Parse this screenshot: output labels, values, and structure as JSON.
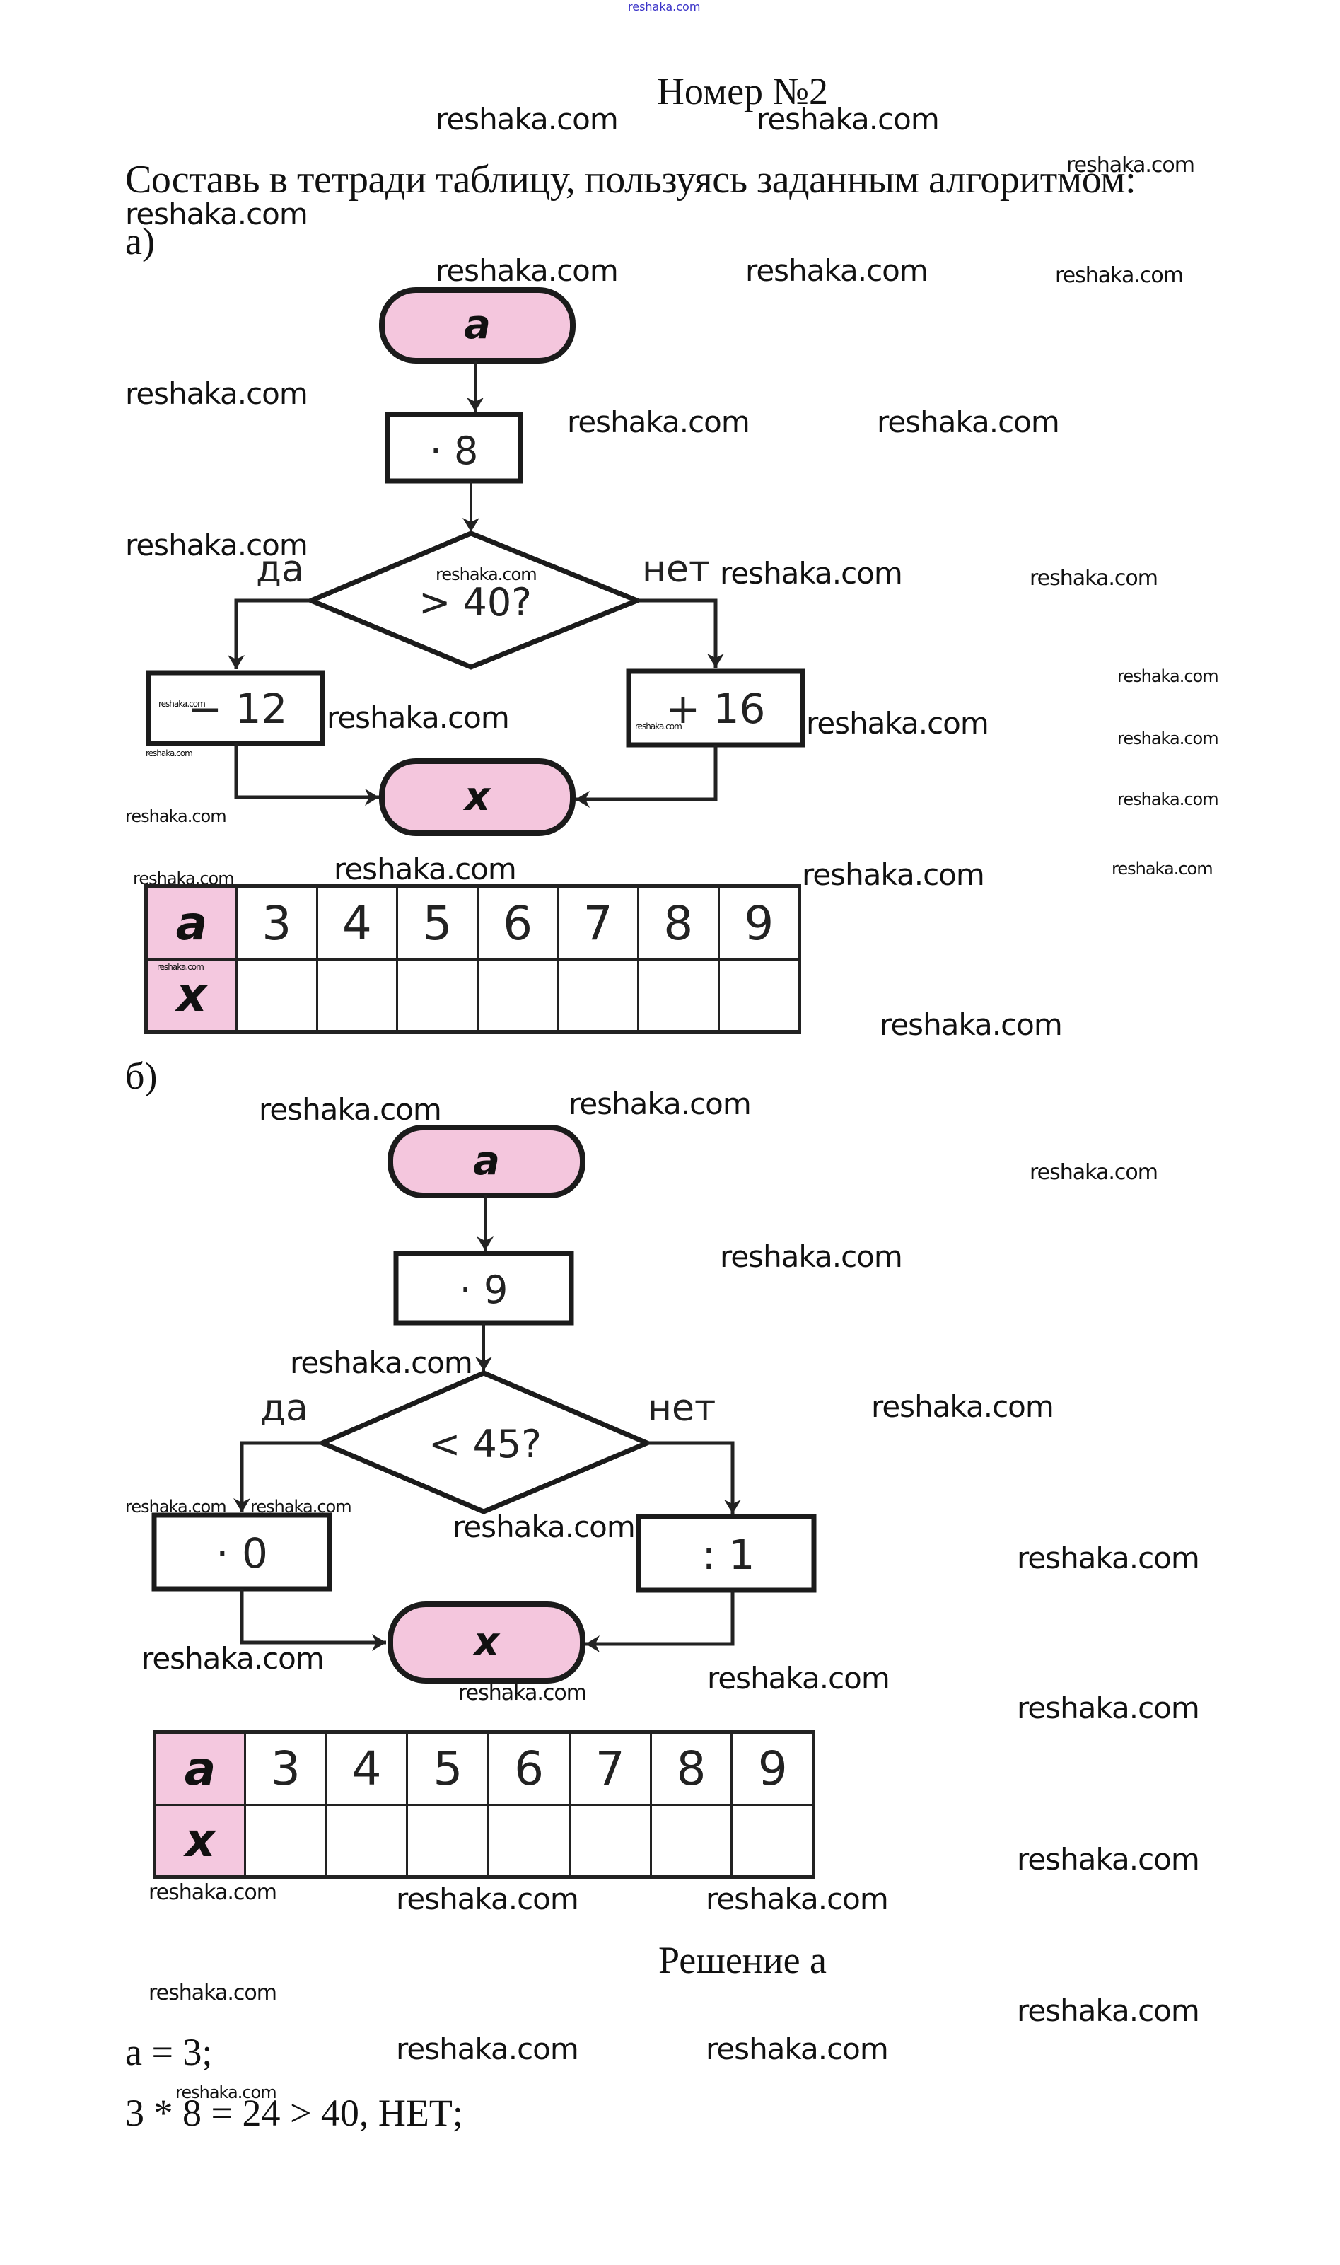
{
  "page": {
    "site_watermark_top": "reshaka.com",
    "title": "Номер №2",
    "instruction": "Составь в тетради таблицу, пользуясь заданным алгоритмом:"
  },
  "part_a": {
    "label": "а)",
    "flowchart": {
      "start": "a",
      "step": "· 8",
      "condition": "> 40?",
      "yes_label": "да",
      "no_label": "нет",
      "yes_step": "− 12",
      "no_step": "+ 16",
      "end": "x"
    },
    "table": {
      "row_a_header": "a",
      "row_x_header": "x",
      "a_values": [
        "3",
        "4",
        "5",
        "6",
        "7",
        "8",
        "9"
      ],
      "x_values": [
        "",
        "",
        "",
        "",
        "",
        "",
        ""
      ]
    }
  },
  "part_b": {
    "label": "б)",
    "flowchart": {
      "start": "a",
      "step": "· 9",
      "condition": "< 45?",
      "yes_label": "да",
      "no_label": "нет",
      "yes_step": "· 0",
      "no_step": ": 1",
      "end": "x"
    },
    "table": {
      "row_a_header": "a",
      "row_x_header": "x",
      "a_values": [
        "3",
        "4",
        "5",
        "6",
        "7",
        "8",
        "9"
      ],
      "x_values": [
        "",
        "",
        "",
        "",
        "",
        "",
        ""
      ]
    }
  },
  "solution": {
    "title": "Решение а",
    "lines": [
      "a = 3;",
      "3 * 8 = 24 > 40, НЕТ;"
    ]
  },
  "watermark": {
    "text": "reshaka.com"
  }
}
